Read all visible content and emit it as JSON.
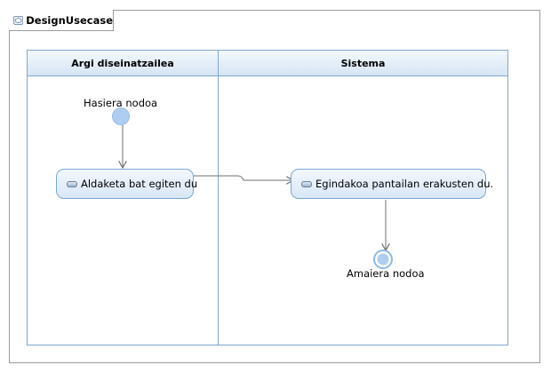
{
  "diagram": {
    "title": "DesignUsecase",
    "partitions": [
      {
        "name": "Argi diseinatzailea"
      },
      {
        "name": "Sistema"
      }
    ],
    "initial_node": {
      "label": "Hasiera nodoa"
    },
    "final_node": {
      "label": "Amaiera nodoa"
    },
    "actions": [
      {
        "label": "Aldaketa bat egiten du"
      },
      {
        "label": "Egindakoa pantailan erakusten du."
      }
    ]
  },
  "colors": {
    "border": "#7fa7cf",
    "node_fill": "#aecdf0",
    "edge": "#6d6d6d"
  }
}
